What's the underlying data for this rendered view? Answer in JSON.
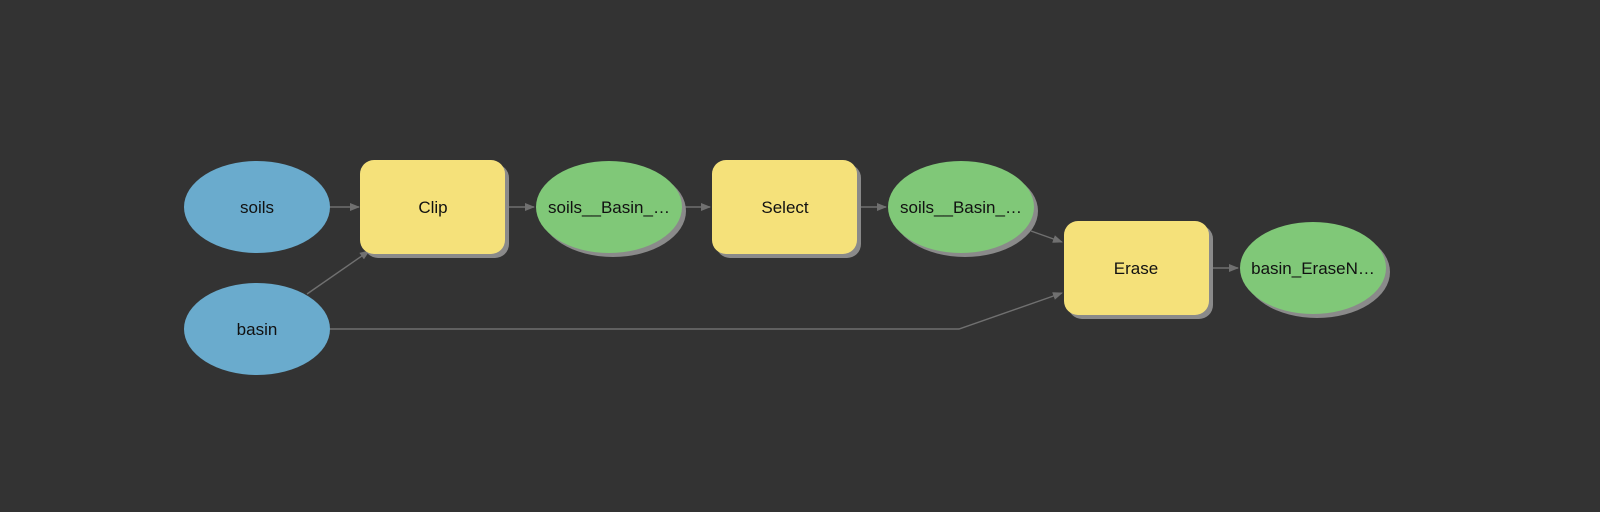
{
  "model": {
    "nodes": {
      "soils": {
        "label": "soils",
        "kind": "input",
        "color": "#6aabcd"
      },
      "basin": {
        "label": "basin",
        "kind": "input",
        "color": "#6aabcd"
      },
      "clip": {
        "label": "Clip",
        "kind": "tool",
        "color": "#f5e17a"
      },
      "soils_basin_1": {
        "label": "soils__Basin_…",
        "kind": "output",
        "color": "#80c878"
      },
      "select": {
        "label": "Select",
        "kind": "tool",
        "color": "#f5e17a"
      },
      "soils_basin_2": {
        "label": "soils__Basin_…",
        "kind": "output",
        "color": "#80c878"
      },
      "erase": {
        "label": "Erase",
        "kind": "tool",
        "color": "#f5e17a"
      },
      "basin_erase": {
        "label": "basin_EraseN…",
        "kind": "output",
        "color": "#80c878"
      }
    },
    "connections": [
      {
        "from": "soils",
        "to": "clip"
      },
      {
        "from": "basin",
        "to": "clip"
      },
      {
        "from": "clip",
        "to": "soils_basin_1"
      },
      {
        "from": "soils_basin_1",
        "to": "select"
      },
      {
        "from": "select",
        "to": "soils_basin_2"
      },
      {
        "from": "soils_basin_2",
        "to": "erase"
      },
      {
        "from": "basin",
        "to": "erase"
      },
      {
        "from": "erase",
        "to": "basin_erase"
      }
    ],
    "colors": {
      "background": "#333333",
      "connector": "#707070",
      "shadow": "#8a8a8a"
    }
  }
}
